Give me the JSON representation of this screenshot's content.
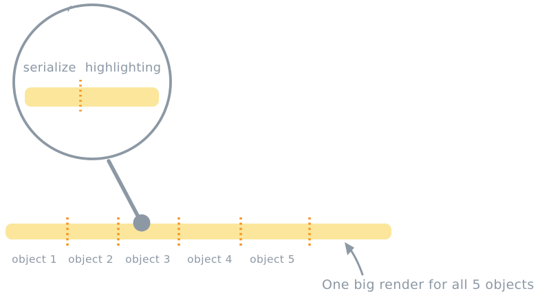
{
  "magnifier": {
    "label": "serialize highlighting"
  },
  "bar": {
    "labels": [
      "object 1",
      "object 2",
      "object 3",
      "object 4",
      "object 5"
    ],
    "segment_count": 5
  },
  "annotation": {
    "text": "One big render for all 5 objects"
  },
  "colors": {
    "highlight_yellow": "#FBE69C",
    "divider_orange": "#F6921E",
    "ink_gray": "#8C98A4"
  }
}
